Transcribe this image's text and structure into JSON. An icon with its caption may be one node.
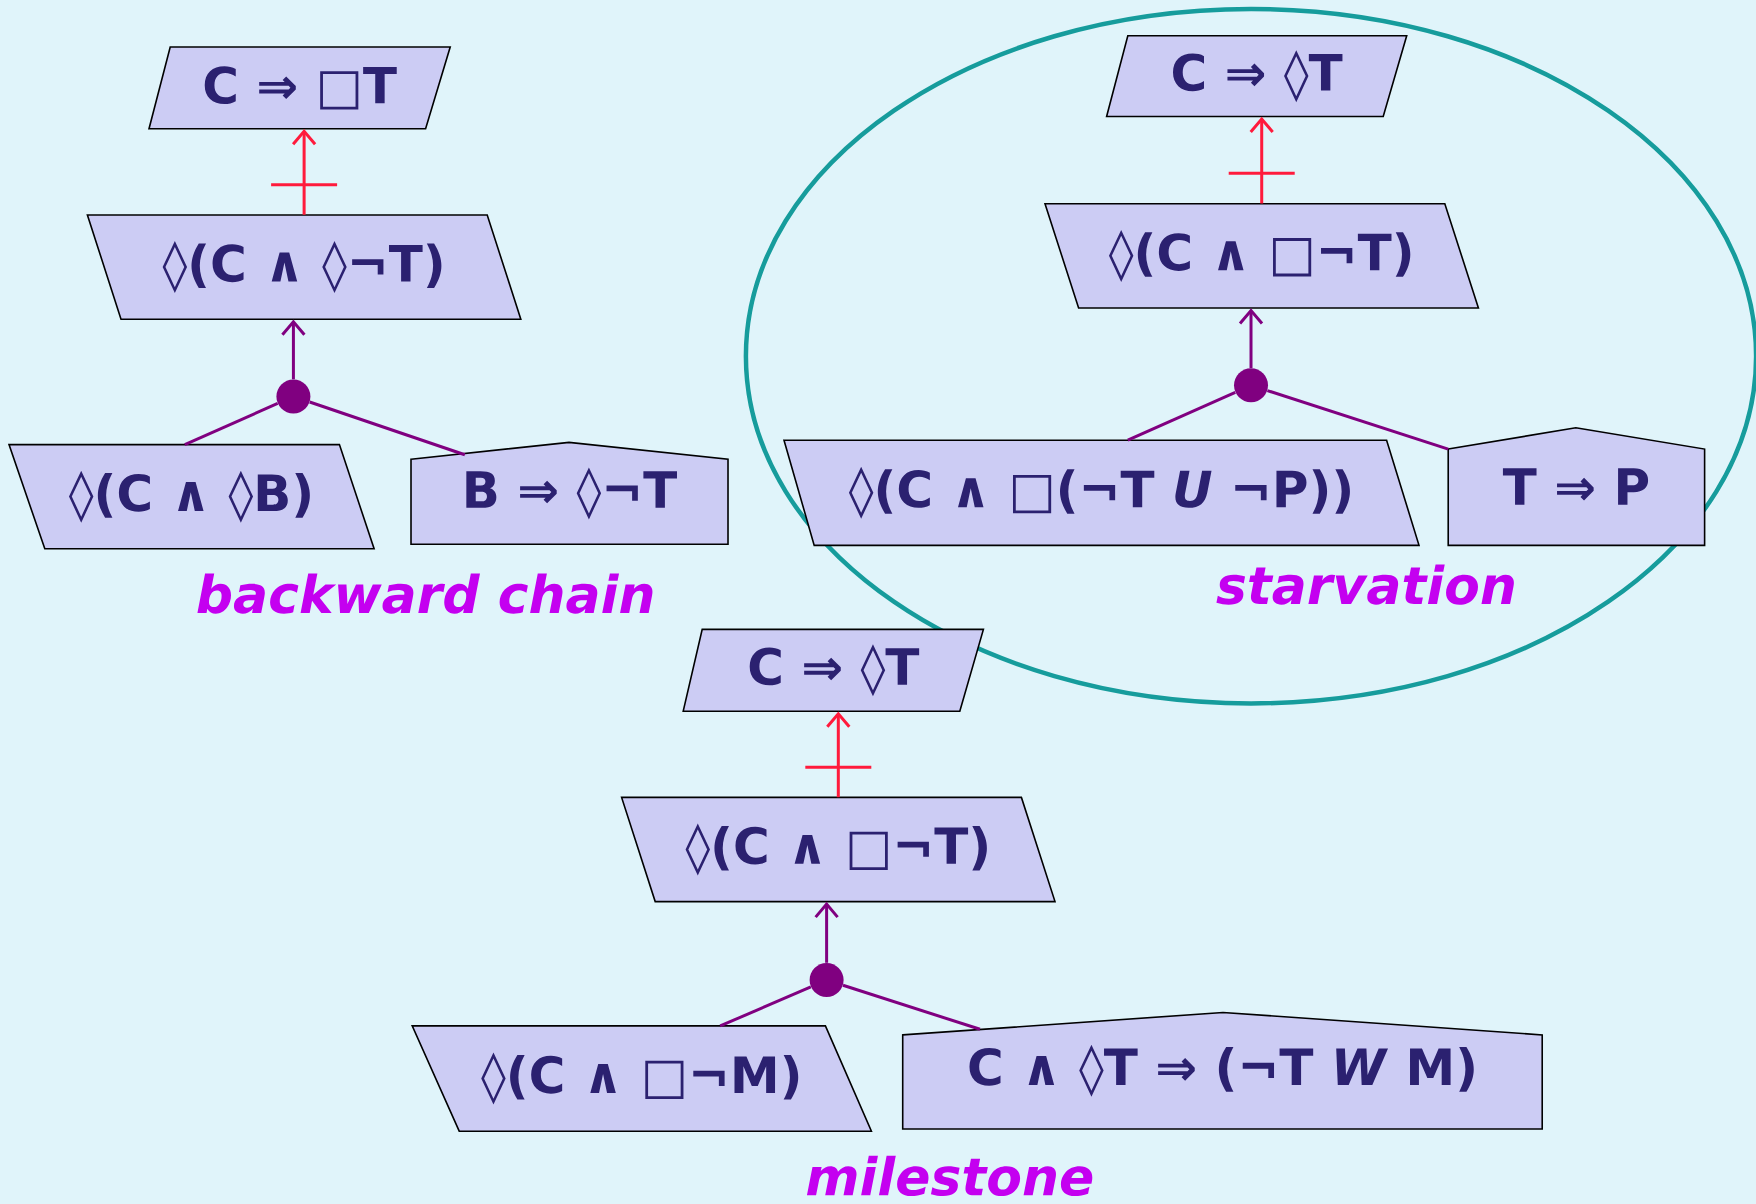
{
  "diagram": {
    "nodes": [
      {
        "text": [
          "C ⇒ □T"
        ]
      },
      {
        "text": [
          "◊(C ∧ ◊¬T)"
        ]
      },
      {
        "text": [],
        "shape": "circle"
      },
      {
        "text": [
          "◊(C ∧ ◊B)"
        ]
      },
      {
        "text": [
          "B ⇒ ◊¬T"
        ]
      },
      {
        "text": [
          "C ⇒ ◊T"
        ]
      },
      {
        "text": [
          "◊(C ∧ □¬T)"
        ]
      },
      {
        "text": [],
        "shape": "circle"
      },
      {
        "text": [
          "◊(C ∧ □(¬T *U* ¬P))"
        ]
      },
      {
        "text": [
          "T ⇒ P"
        ]
      },
      {
        "text": [
          "C ⇒ ◊T"
        ]
      },
      {
        "text": [
          "◊(C ∧ □¬T)"
        ]
      },
      {
        "text": [],
        "shape": "circle"
      },
      {
        "text": [
          "◊(C ∧ □¬M)"
        ]
      },
      {
        "text": [
          "C ∧ ◊T ⇒ (¬T *W* M)"
        ]
      }
    ],
    "edges": [
      {
        "from": 1,
        "to": 0,
        "arrow": "to",
        "color": "#ff1a3c"
      },
      {
        "from": 2,
        "to": 1,
        "arrow": "to"
      },
      {
        "from": 3,
        "to": 2,
        "arrow": "none"
      },
      {
        "from": 4,
        "to": 2,
        "arrow": "none"
      },
      {
        "from": 6,
        "to": 5,
        "arrow": "to",
        "color": "#ff1a3c"
      },
      {
        "from": 7,
        "to": 6,
        "arrow": "to"
      },
      {
        "from": 8,
        "to": 7,
        "arrow": "none"
      },
      {
        "from": 9,
        "to": 7,
        "arrow": "none"
      },
      {
        "from": 11,
        "to": 10,
        "arrow": "to",
        "color": "#ff1a3c"
      },
      {
        "from": 12,
        "to": 11,
        "arrow": "to"
      },
      {
        "from": 13,
        "to": 12,
        "arrow": "none"
      },
      {
        "from": 14,
        "to": 12,
        "arrow": "none"
      }
    ],
    "labels": [
      "backward chain",
      "starvation",
      "milestone"
    ]
  }
}
